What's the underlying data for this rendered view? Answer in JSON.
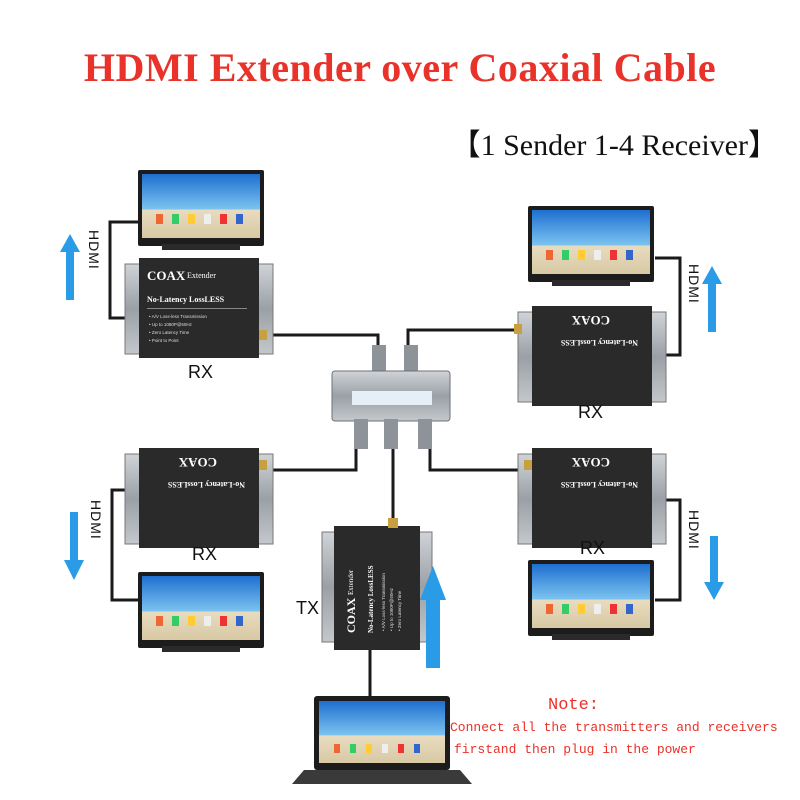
{
  "header": {
    "title": "HDMI Extender over Coaxial Cable",
    "subtitle": "【1 Sender 1-4 Receiver】"
  },
  "labels": {
    "rx": "RX",
    "tx": "TX",
    "hdmi": "HDMI"
  },
  "device": {
    "brand": "COAX",
    "brand_suffix": "Extender",
    "model": "No-Latency LossLESS",
    "features": [
      "A/V Loss-less Transmission",
      "Up to 1080P@60Hz",
      "Zero Latency Time",
      "Point to Point"
    ]
  },
  "note": {
    "title": "Note:",
    "line1": "Connect all the transmitters and receivers",
    "line2": "firstand then plug in the power"
  },
  "colors": {
    "title": "#e8322a",
    "arrow": "#2a9be6",
    "device_body": "#2a2a2a",
    "bracket": "#9ea4ab"
  }
}
